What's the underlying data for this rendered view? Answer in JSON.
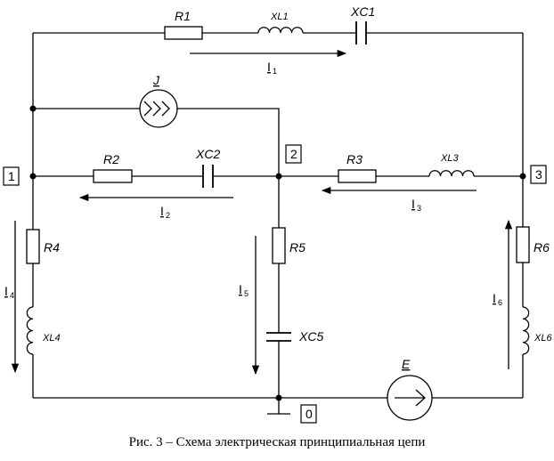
{
  "caption": "Рис. 3 – Схема электрическая принципиальная цепи",
  "nodes": {
    "n0": "0",
    "n1": "1",
    "n2": "2",
    "n3": "3"
  },
  "elements": {
    "r1": "R1",
    "xl1": "XL1",
    "xc1": "XC1",
    "j": "J",
    "r2": "R2",
    "xc2": "XC2",
    "r3": "R3",
    "xl3": "XL3",
    "r4": "R4",
    "xl4": "XL4",
    "r5": "R5",
    "xc5": "XC5",
    "r6": "R6",
    "xl6": "XL6",
    "e": "E"
  },
  "currents": {
    "i1": {
      "main": "I",
      "sub": "1"
    },
    "i2": {
      "main": "I",
      "sub": "2"
    },
    "i3": {
      "main": "I",
      "sub": "3"
    },
    "i4": {
      "main": "I",
      "sub": "4"
    },
    "i5": {
      "main": "I",
      "sub": "5"
    },
    "i6": {
      "main": "I",
      "sub": "6"
    }
  }
}
